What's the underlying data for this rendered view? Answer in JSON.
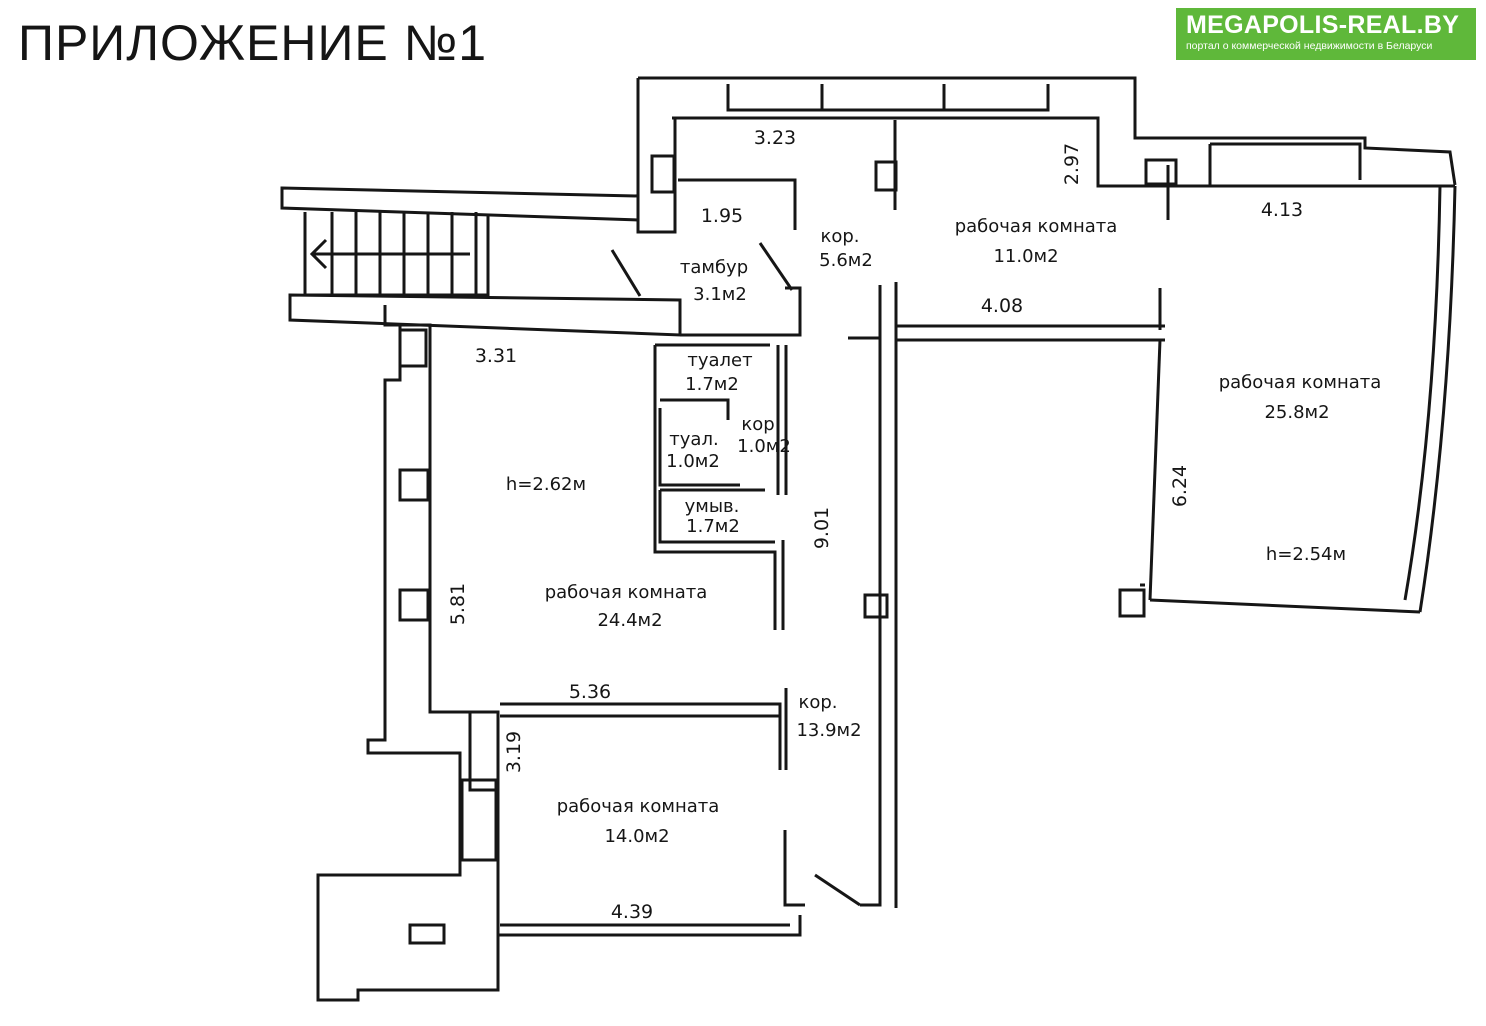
{
  "title": "ПРИЛОЖЕНИЕ №1",
  "logo": {
    "name": "MEGAPOLIS-REAL.BY",
    "tagline": "портал о коммерческой недвижимости в Беларуси",
    "color": "#5fb83a"
  },
  "rooms": {
    "work_top": {
      "name": "рабочая комната",
      "area": "11.0м2"
    },
    "work_right": {
      "name": "рабочая комната",
      "area": "25.8м2",
      "height": "h=2.54м"
    },
    "work_left": {
      "name": "рабочая комната",
      "area": "24.4м2",
      "height": "h=2.62м"
    },
    "work_bottom": {
      "name": "рабочая комната",
      "area": "14.0м2"
    },
    "vestibule": {
      "name": "тамбур",
      "area": "3.1м2"
    },
    "corridor_top": {
      "name": "кор.",
      "area": "5.6м2"
    },
    "corridor_main": {
      "name": "кор.",
      "area": "13.9м2"
    },
    "toilet": {
      "name": "туалет",
      "area": "1.7м2"
    },
    "toilet_small": {
      "name": "туал.",
      "area": "1.0м2"
    },
    "corridor_small": {
      "name": "кор",
      "area": "1.0м2"
    },
    "washroom": {
      "name": "умыв.",
      "area": "1.7м2"
    }
  },
  "dimensions": {
    "d323": "3.23",
    "d297": "2.97",
    "d413": "4.13",
    "d195": "1.95",
    "d408": "4.08",
    "d331": "3.31",
    "d624": "6.24",
    "d901": "9.01",
    "d581": "5.81",
    "d536": "5.36",
    "d319": "3.19",
    "d439": "4.39"
  }
}
